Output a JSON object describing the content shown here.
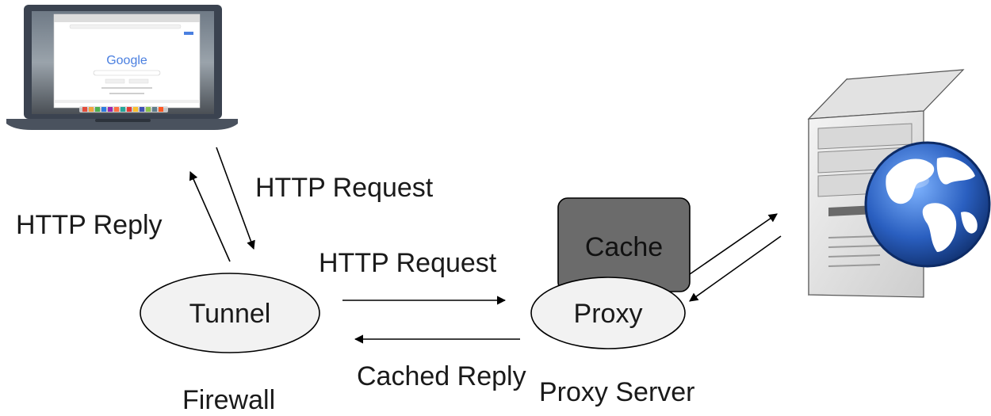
{
  "browser": {
    "logo": "Google"
  },
  "labels": {
    "http_request_top": "HTTP Request",
    "http_reply": "HTTP Reply",
    "http_request_mid": "HTTP Request",
    "cached_reply": "Cached Reply",
    "firewall": "Firewall",
    "proxy_server": "Proxy Server"
  },
  "nodes": {
    "tunnel": "Tunnel",
    "proxy": "Proxy",
    "cache": "Cache"
  },
  "colors": {
    "cache_fill": "#6b6b6b",
    "ellipse_fill": "#f2f2f2",
    "laptop_body": "#3b4350",
    "globe_ocean": "#2a5fc0",
    "globe_land": "#ffffff"
  }
}
